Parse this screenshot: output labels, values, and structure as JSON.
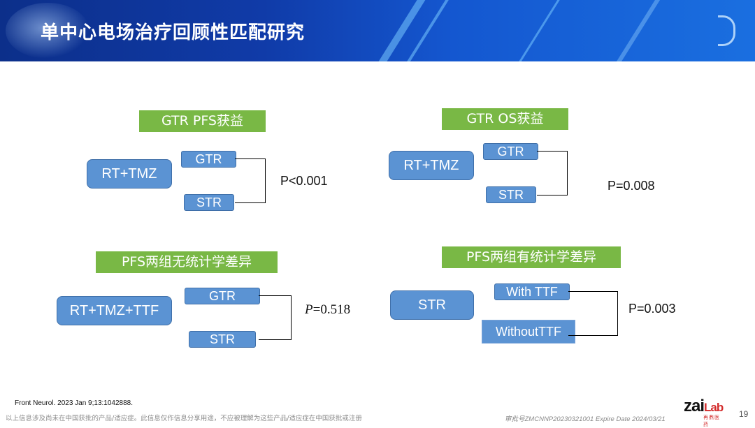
{
  "header": {
    "title": "单中心电场治疗回顾性匹配研究"
  },
  "panels": [
    {
      "heading": "GTR PFS获益",
      "group": "RT+TMZ",
      "top": "GTR",
      "bottom": "STR",
      "p": "P<0.001"
    },
    {
      "heading": "GTR OS获益",
      "group": "RT+TMZ",
      "top": "GTR",
      "bottom": "STR",
      "p": "P=0.008"
    },
    {
      "heading": "PFS两组无统计学差异",
      "group": "RT+TMZ+TTF",
      "top": "GTR",
      "bottom": "STR",
      "p_prefix": "P",
      "p_rest": "=0.518"
    },
    {
      "heading": "PFS两组有统计学差异",
      "group": "STR",
      "top": "With TTF",
      "bottom": "WithoutTTF",
      "p": "P=0.003"
    }
  ],
  "footer": {
    "citation": "Front Neurol. 2023 Jan 9;13:1042888.",
    "disclaimer": "以上信息涉及尚未在中国获批的产品/适应症。此信息仅作信息分享用途，不应被理解为这些产品/适应症在中国获批或注册",
    "approval": "审批号ZMCNNP20230321001 Expire Date 2024/03/21",
    "logo_main": "zai",
    "logo_lab": "Lab",
    "logo_sub": "再鼎医药",
    "page": "19"
  },
  "colors": {
    "header_blue": "#103ba8",
    "green": "#79b845",
    "box_blue": "#5b93d3"
  },
  "icons": [
    "brain-icon",
    "ear-icon"
  ]
}
